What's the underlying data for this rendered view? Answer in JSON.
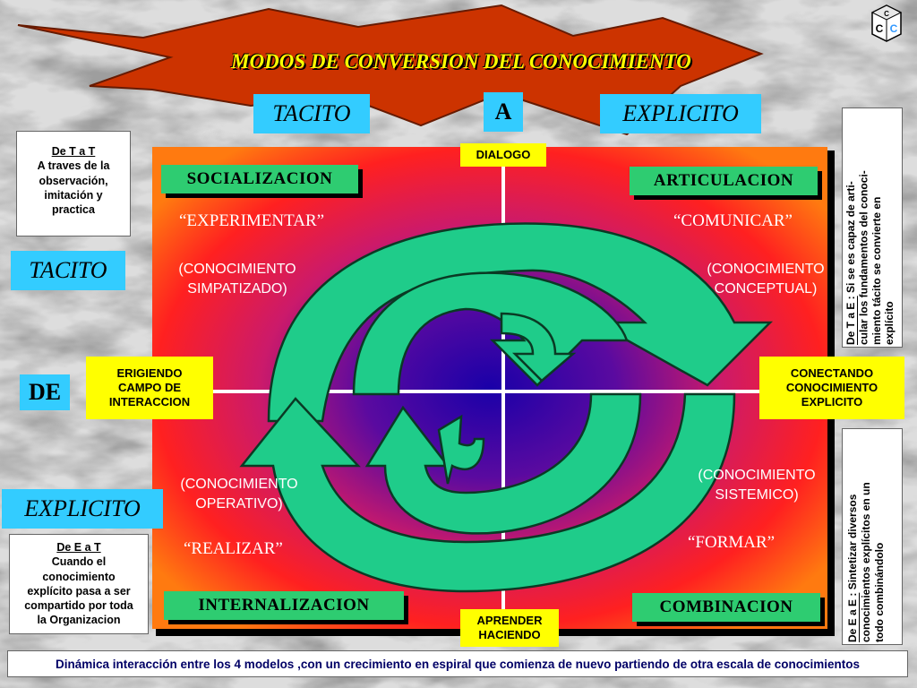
{
  "title": "MODOS DE CONVERSION DEL CONOCIMIENTO",
  "logo": {
    "letters": [
      "C",
      "C",
      "C"
    ]
  },
  "header": {
    "top_tacito": "TACITO",
    "top_a": "A",
    "top_explicito": "EXPLICITO"
  },
  "left": {
    "tacito": "TACITO",
    "de": "DE",
    "explicito": "EXPLICITO"
  },
  "axis": {
    "top": "DIALOGO",
    "bottom_line1": "APRENDER",
    "bottom_line2": "HACIENDO",
    "left_line1": "ERIGIENDO",
    "left_line2": "CAMPO DE",
    "left_line3": "INTERACCION",
    "right_line1": "CONECTANDO",
    "right_line2": "CONOCIMIENTO",
    "right_line3": "EXPLICITO"
  },
  "quadrants": {
    "socializacion": {
      "label": "SOCIALIZACION",
      "quote": "“EXPERIMENTAR”",
      "line1": "(CONOCIMIENTO",
      "line2": "SIMPATIZADO)"
    },
    "articulacion": {
      "label": "ARTICULACION",
      "quote": "“COMUNICAR”",
      "line1": "(CONOCIMIENTO",
      "line2": "CONCEPTUAL)"
    },
    "internalizacion": {
      "label": "INTERNALIZACION",
      "quote": "“REALIZAR”",
      "line1": "(CONOCIMIENTO",
      "line2": "OPERATIVO)"
    },
    "combinacion": {
      "label": "COMBINACION",
      "quote": "“FORMAR”",
      "line1": "(CONOCIMIENTO",
      "line2": "SISTEMICO)"
    }
  },
  "notes": {
    "t_a_t": {
      "title": "De T a T",
      "l1": "A traves de la",
      "l2": "observación,",
      "l3": "imitación y",
      "l4": "practica"
    },
    "e_a_t": {
      "title": "De E a T",
      "l1": "Cuando el",
      "l2": "conocimiento",
      "l3": "explícito pasa a ser",
      "l4": "compartido por toda",
      "l5": "la Organizacion"
    },
    "t_a_e": {
      "title": "De T a E :",
      "l1": " Si se es capaz de arti-",
      "l2": "cular los fundamentos del conoci-",
      "l3": "miento tácito se convierte en",
      "l4": "explícito"
    },
    "e_a_e": {
      "title": "De E a E :",
      "l1": " Sintetizar diversos",
      "l2": "conocimientos explícitos en un",
      "l3": "todo combinándolo"
    }
  },
  "footer": "Dinámica interacción entre los 4 modelos ,con un crecimiento en espiral que comienza de nuevo partiendo de otra escala de conocimientos",
  "colors": {
    "cyan": "#33ccff",
    "green": "#2ecc71",
    "yellow": "#ffff00",
    "arrow_green": "#22cc88",
    "star": "#cc3300"
  }
}
